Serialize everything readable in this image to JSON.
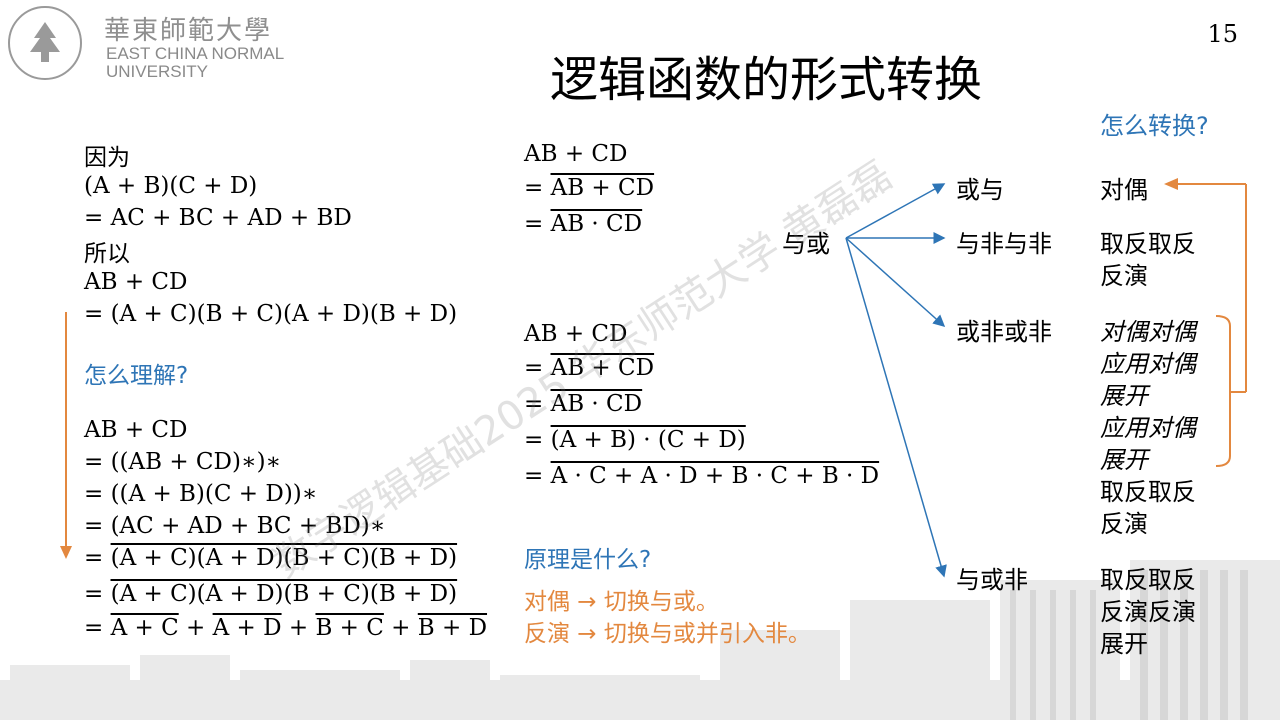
{
  "logo": {
    "cn": "華東師範大學",
    "en_line1": "EAST CHINA NORMAL",
    "en_line2": "UNIVERSITY"
  },
  "page_number": "15",
  "title": "逻辑函数的形式转换",
  "left": {
    "because": "因为",
    "l1": "(A + B)(C + D)",
    "l2": "= AC + BC + AD + BD",
    "so": "所以",
    "l3": "AB + CD",
    "l4": "= (A + C)(B + C)(A + D)(B + D)",
    "question": "怎么理解?",
    "d1": "AB + CD",
    "d2": "= ((AB + CD)∗)∗",
    "d3": "= ((A + B)(C + D))∗",
    "d4": "= (AC + AD + BC + BD)∗",
    "d5_eq": "= ",
    "d5": "(A + C)(A + D)(B + C)(B + D)",
    "d6_eq": "= ",
    "d6": "(A + C)(A + D)(B + C)(B + D)",
    "d7_eq": "= ",
    "d7_t1": "A + C",
    "d7_t2": "A + D",
    "d7_t3": "B + C",
    "d7_t4": "B + D",
    "plus": " + "
  },
  "middle": {
    "a1": "AB + CD",
    "a2_eq": "= ",
    "a2": "AB + CD",
    "a3_eq": "= ",
    "a3_t1": "AB",
    "a3_dot": " · ",
    "a3_t2": "CD",
    "b1": "AB + CD",
    "b2_eq": "= ",
    "b2": "AB + CD",
    "b3_eq": "= ",
    "b3_t1": "AB",
    "b3_dot": " · ",
    "b3_t2": "CD",
    "b4_eq": "= ",
    "b4": "(A + B) · (C + D)",
    "b5_eq": "= ",
    "b5": "A · C + A · D + B · C + B · D",
    "principle_q": "原理是什么?",
    "principle_1": "对偶 → 切换与或。",
    "principle_2": "反演 → 切换与或并引入非。"
  },
  "diagram": {
    "source": "与或",
    "targets": [
      "或与",
      "与非与非",
      "或非或非",
      "与或非"
    ],
    "how": "怎么转换?",
    "m1": "对偶",
    "m2a": "取反取反",
    "m2b": "反演",
    "m3a": "对偶对偶",
    "m3b": "应用对偶",
    "m3c": "展开",
    "m3d": "应用对偶",
    "m3e": "展开",
    "m3f": "取反取反",
    "m3g": "反演",
    "m4a": "取反取反",
    "m4b": "反演反演",
    "m4c": "展开"
  },
  "watermark": "数字逻辑基础2025 华东师范大学 黄磊磊",
  "colors": {
    "blue": "#2E75B6",
    "orange": "#E3883F",
    "gray": "#8a8a8a"
  }
}
